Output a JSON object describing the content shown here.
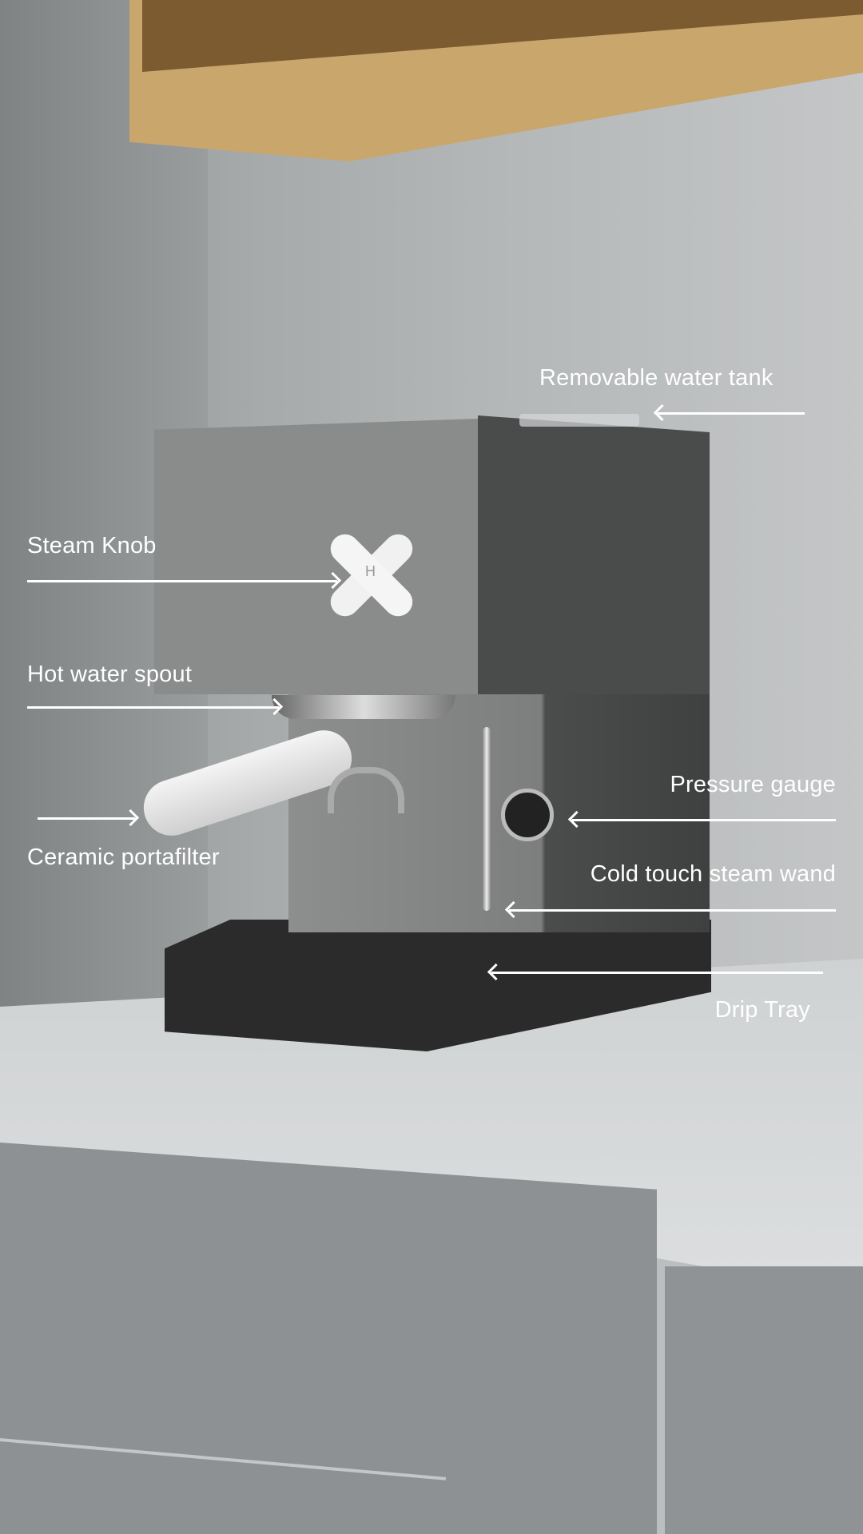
{
  "labels": {
    "water_tank": "Removable water tank",
    "steam_knob": "Steam Knob",
    "hot_water_spout": "Hot water spout",
    "portafilter": "Ceramic portafilter",
    "pressure_gauge": "Pressure gauge",
    "steam_wand": "Cold touch steam wand",
    "drip_tray": "Drip Tray"
  },
  "knob_letter": "H"
}
